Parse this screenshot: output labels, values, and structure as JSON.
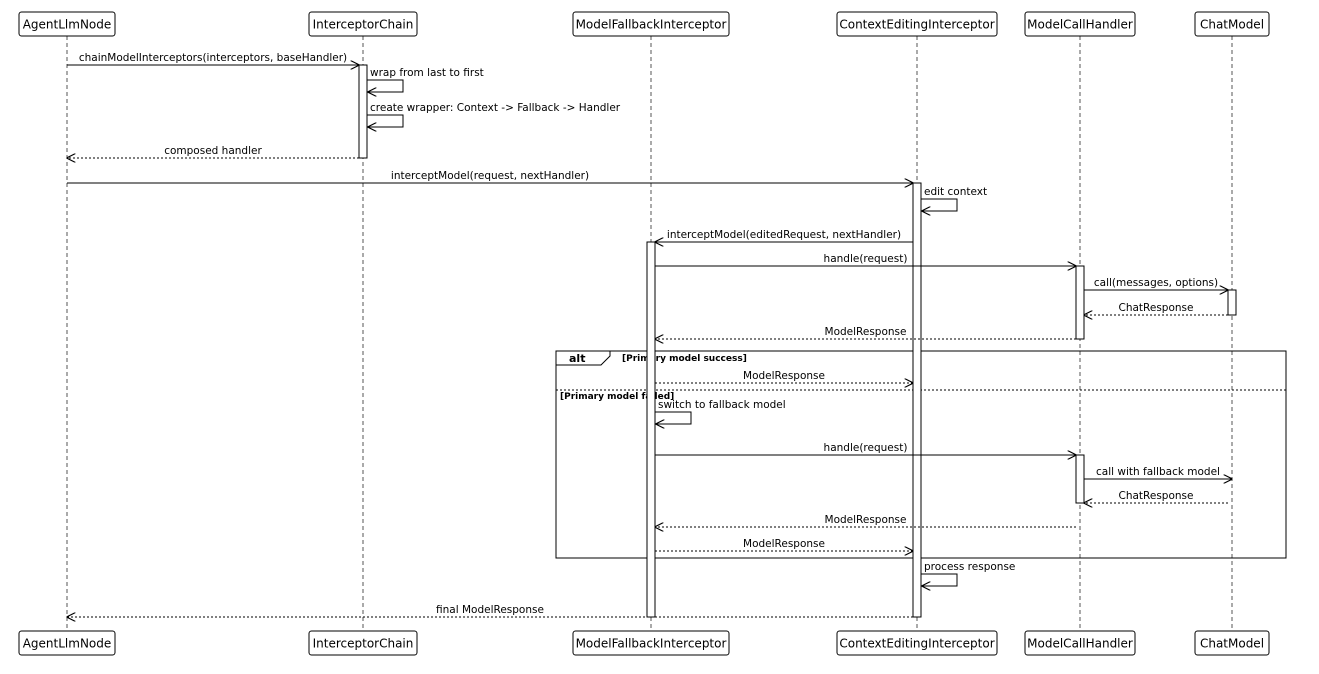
{
  "participants": [
    {
      "id": "agent",
      "label": "AgentLlmNode"
    },
    {
      "id": "chain",
      "label": "InterceptorChain"
    },
    {
      "id": "fallback",
      "label": "ModelFallbackInterceptor"
    },
    {
      "id": "context",
      "label": "ContextEditingInterceptor"
    },
    {
      "id": "handler",
      "label": "ModelCallHandler"
    },
    {
      "id": "chat",
      "label": "ChatModel"
    }
  ],
  "messages": [
    {
      "from": "agent",
      "to": "chain",
      "label": "chainModelInterceptors(interceptors, baseHandler)",
      "kind": "sync"
    },
    {
      "from": "chain",
      "to": "chain",
      "label": "wrap from last to first",
      "kind": "self"
    },
    {
      "from": "chain",
      "to": "chain",
      "label": "create wrapper: Context -> Fallback -> Handler",
      "kind": "self"
    },
    {
      "from": "chain",
      "to": "agent",
      "label": "composed handler",
      "kind": "return"
    },
    {
      "from": "agent",
      "to": "context",
      "label": "interceptModel(request, nextHandler)",
      "kind": "sync"
    },
    {
      "from": "context",
      "to": "context",
      "label": "edit context",
      "kind": "self"
    },
    {
      "from": "context",
      "to": "fallback",
      "label": "interceptModel(editedRequest, nextHandler)",
      "kind": "sync"
    },
    {
      "from": "fallback",
      "to": "handler",
      "label": "handle(request)",
      "kind": "sync"
    },
    {
      "from": "handler",
      "to": "chat",
      "label": "call(messages, options)",
      "kind": "sync"
    },
    {
      "from": "chat",
      "to": "handler",
      "label": "ChatResponse",
      "kind": "return"
    },
    {
      "from": "handler",
      "to": "fallback",
      "label": "ModelResponse",
      "kind": "return"
    },
    {
      "from": "fallback",
      "to": "context",
      "label": "ModelResponse",
      "kind": "return"
    },
    {
      "from": "fallback",
      "to": "fallback",
      "label": "switch to fallback model",
      "kind": "self"
    },
    {
      "from": "fallback",
      "to": "handler",
      "label": "handle(request)",
      "kind": "sync"
    },
    {
      "from": "handler",
      "to": "chat",
      "label": "call with fallback model",
      "kind": "sync"
    },
    {
      "from": "chat",
      "to": "handler",
      "label": "ChatResponse",
      "kind": "return"
    },
    {
      "from": "handler",
      "to": "fallback",
      "label": "ModelResponse",
      "kind": "return"
    },
    {
      "from": "fallback",
      "to": "context",
      "label": "ModelResponse",
      "kind": "return"
    },
    {
      "from": "context",
      "to": "context",
      "label": "process response",
      "kind": "self"
    },
    {
      "from": "context",
      "to": "agent",
      "label": "final ModelResponse",
      "kind": "return"
    }
  ],
  "fragment": {
    "keyword": "alt",
    "guards": [
      "[Primary model success]",
      "[Primary model failed]"
    ]
  }
}
